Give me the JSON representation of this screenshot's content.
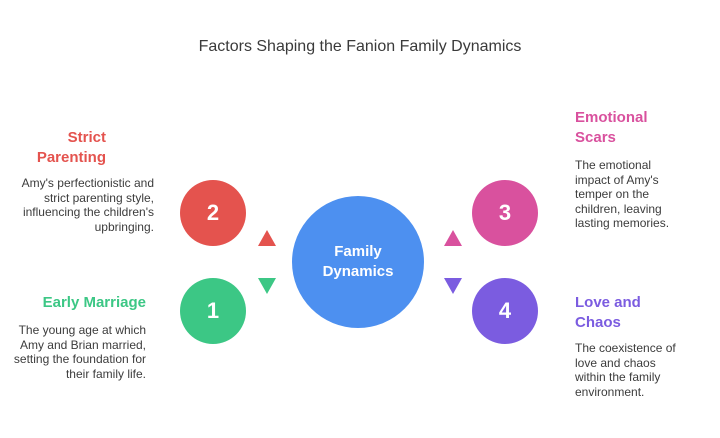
{
  "title": "Factors Shaping the Fanion Family Dynamics",
  "center": {
    "label": "Family Dynamics",
    "color": "#4d90f0"
  },
  "factors": [
    {
      "number": "1",
      "heading": "Early Marriage",
      "description": "The young age at which Amy and Brian married, setting the foundation for their family life.",
      "color": "#3cc785",
      "arrow": "down"
    },
    {
      "number": "2",
      "heading": "Strict Parenting",
      "description": "Amy's perfectionistic and strict parenting style, influencing the children's upbringing.",
      "color": "#e4534e",
      "arrow": "up"
    },
    {
      "number": "3",
      "heading": "Emotional Scars",
      "description": "The emotional impact of Amy's temper on the children, leaving lasting memories.",
      "color": "#d9519e",
      "arrow": "up"
    },
    {
      "number": "4",
      "heading": "Love and Chaos",
      "description": "The coexistence of love and chaos within the family environment.",
      "color": "#7b5ce0",
      "arrow": "down"
    }
  ]
}
